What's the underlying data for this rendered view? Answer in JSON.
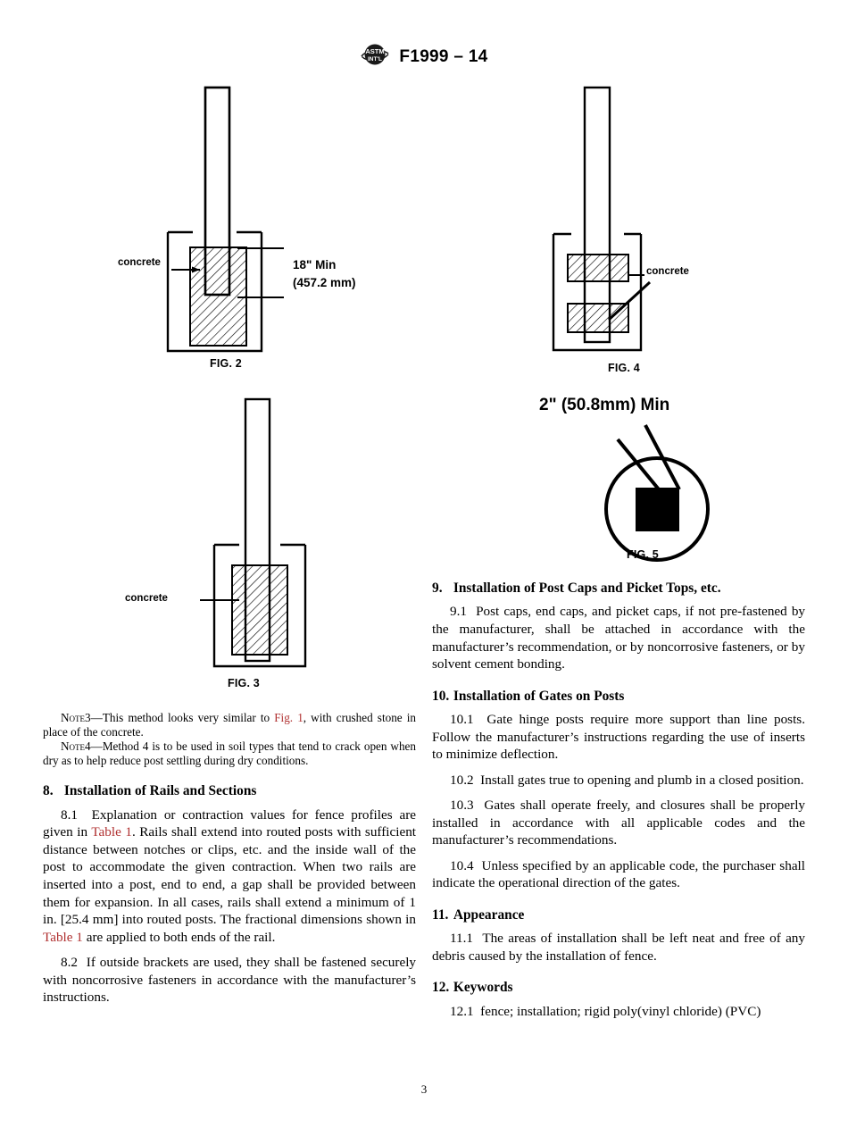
{
  "header": {
    "logo_icon": "astm-logo-icon",
    "designation": "F1999 – 14"
  },
  "figures": [
    {
      "id": "fig2",
      "caption": "FIG. 2",
      "labels": [
        "concrete"
      ],
      "dimension_lines": [
        "18\" Min",
        "(457.2 mm)"
      ]
    },
    {
      "id": "fig3",
      "caption": "FIG. 3",
      "labels": [
        "concrete"
      ],
      "dimension_lines": []
    },
    {
      "id": "fig4",
      "caption": "FIG. 4",
      "labels": [
        "concrete"
      ],
      "dimension_lines": []
    },
    {
      "id": "fig5",
      "caption": "FIG. 5",
      "labels": [],
      "dimension_lines": [
        "2\" (50.8mm) Min"
      ]
    }
  ],
  "fig2": {
    "caption": "FIG. 2",
    "concrete_label": "concrete",
    "dim_line1": "18\" Min",
    "dim_line2": "(457.2 mm)"
  },
  "fig3": {
    "caption": "FIG. 3",
    "concrete_label": "concrete"
  },
  "fig4": {
    "caption": "FIG. 4",
    "concrete_label": "concrete"
  },
  "fig5": {
    "caption": "FIG. 5",
    "dim_label": "2\" (50.8mm) Min"
  },
  "left_column": {
    "note3": {
      "lead": "Note",
      "number": "3",
      "text_before_ref": "—This method looks very similar to ",
      "ref": "Fig. 1",
      "text_after_ref": ", with crushed stone in place of the concrete."
    },
    "note4": {
      "lead": "Note",
      "number": "4",
      "text": "—Method 4 is to be used in soil types that tend to crack open when dry as to help reduce post settling during dry conditions."
    },
    "section8": {
      "number": "8.",
      "title": "Installation of Rails and Sections",
      "p1_num": "8.1",
      "p1_a": "Explanation or contraction values for fence profiles are given in ",
      "p1_ref1": "Table 1",
      "p1_b": ". Rails shall extend into routed posts with sufficient distance between notches or clips, etc. and the inside wall of the post to accommodate the given contraction. When two rails are inserted into a post, end to end, a gap shall be provided between them for expansion. In all cases, rails shall extend a minimum of 1 in. [25.4 mm] into routed posts. The fractional dimensions shown in ",
      "p1_ref2": "Table 1",
      "p1_c": " are applied to both ends of the rail.",
      "p2_num": "8.2",
      "p2": "If outside brackets are used, they shall be fastened securely with noncorrosive fasteners in accordance with the manufacturer’s instructions."
    }
  },
  "right_column": {
    "section9": {
      "number": "9.",
      "title": "Installation of Post Caps and Picket Tops, etc.",
      "p1_num": "9.1",
      "p1": "Post caps, end caps, and picket caps, if not pre-fastened by the manufacturer, shall be attached in accordance with the manufacturer’s recommendation, or by noncorrosive fasteners, or by solvent cement bonding."
    },
    "section10": {
      "number": "10.",
      "title": "Installation of Gates on Posts",
      "p1_num": "10.1",
      "p1": "Gate hinge posts require more support than line posts. Follow the manufacturer’s instructions regarding the use of inserts to minimize deflection.",
      "p2_num": "10.2",
      "p2": "Install gates true to opening and plumb in a closed position.",
      "p3_num": "10.3",
      "p3": "Gates shall operate freely, and closures shall be properly installed in accordance with all applicable codes and the manufacturer’s recommendations.",
      "p4_num": "10.4",
      "p4": "Unless specified by an applicable code, the purchaser shall indicate the operational direction of the gates."
    },
    "section11": {
      "number": "11.",
      "title": "Appearance",
      "p1_num": "11.1",
      "p1": "The areas of installation shall be left neat and free of any debris caused by the installation of fence."
    },
    "section12": {
      "number": "12.",
      "title": "Keywords",
      "p1_num": "12.1",
      "p1": "fence; installation; rigid poly(vinyl chloride) (PVC)"
    }
  },
  "footer": {
    "page_number": "3"
  },
  "colors": {
    "text": "#000000",
    "cross_reference": "#b03030",
    "rule": "#000000",
    "background": "#ffffff"
  }
}
